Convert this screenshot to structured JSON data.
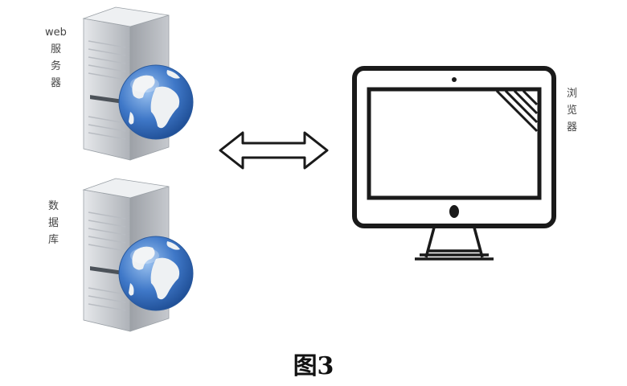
{
  "nodes": {
    "web_server": {
      "label": [
        "web",
        "服",
        "务",
        "器"
      ]
    },
    "database": {
      "label": [
        "数",
        "据",
        "库"
      ]
    },
    "browser": {
      "label": [
        "浏",
        "览",
        "器"
      ]
    }
  },
  "caption": "图3",
  "icons": {
    "web_server": "server-globe-icon",
    "database": "server-globe-icon",
    "link": "double-arrow-icon",
    "browser": "monitor-icon"
  },
  "colors": {
    "server_body": "#c9ccd1",
    "globe_ocean": "#3f78c8",
    "globe_land": "#e9edf0",
    "monitor_stroke": "#1a1a1a"
  }
}
